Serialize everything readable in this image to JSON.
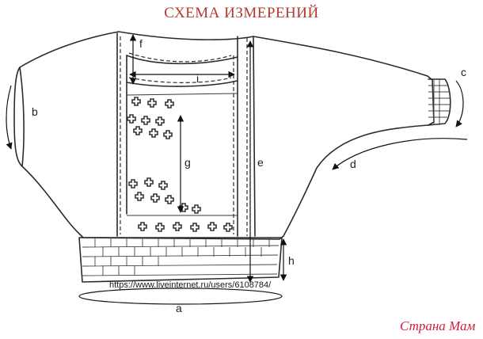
{
  "title": "СХЕМА ИЗМЕРЕНИЙ",
  "labels": {
    "a": "a",
    "b": "b",
    "c": "c",
    "d": "d",
    "e": "e",
    "f": "f",
    "g": "g",
    "h": "h",
    "i": "i"
  },
  "watermark_url": "https://www.liveinternet.ru/users/6108784/",
  "brand": "Страна Мам"
}
